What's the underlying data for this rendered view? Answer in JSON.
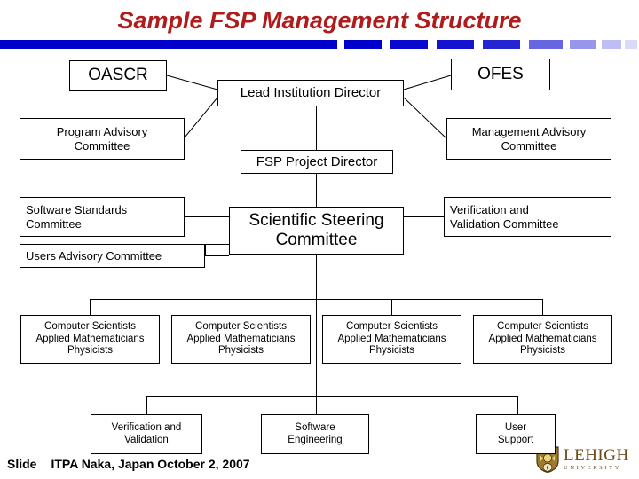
{
  "slide": {
    "title": "Sample FSP Management Structure",
    "accent_color": "#0000CC",
    "title_color": "#B01B1B"
  },
  "footer": {
    "slide_label": "Slide",
    "text": "ITPA Naka, Japan October 2, 2007"
  },
  "logo": {
    "name": "LEHIGH",
    "subtitle": "UNIVERSITY"
  },
  "chart": {
    "oascr": "OASCR",
    "ofes": "OFES",
    "lead_institution_director": "Lead Institution Director",
    "program_advisory_committee_line1": "Program Advisory",
    "program_advisory_committee_line2": "Committee",
    "management_advisory_committee_line1": "Management Advisory",
    "management_advisory_committee_line2": "Committee",
    "fsp_project_director": "FSP Project Director",
    "software_standards_committee_line1": "Software Standards",
    "software_standards_committee_line2": "Committee",
    "users_advisory_committee": "Users Advisory Committee",
    "scientific_steering_committee_line1": "Scientific Steering",
    "scientific_steering_committee_line2": "Committee",
    "verification_validation_committee_line1": "Verification and",
    "verification_validation_committee_line2": "Validation Committee",
    "staff_line1": "Computer Scientists",
    "staff_line2": "Applied Mathematicians",
    "staff_line3": "Physicists",
    "verification_and_validation_line1": "Verification and",
    "verification_and_validation_line2": "Validation",
    "software_engineering_line1": "Software",
    "software_engineering_line2": "Engineering",
    "user_support_line1": "User",
    "user_support_line2": "Support"
  }
}
